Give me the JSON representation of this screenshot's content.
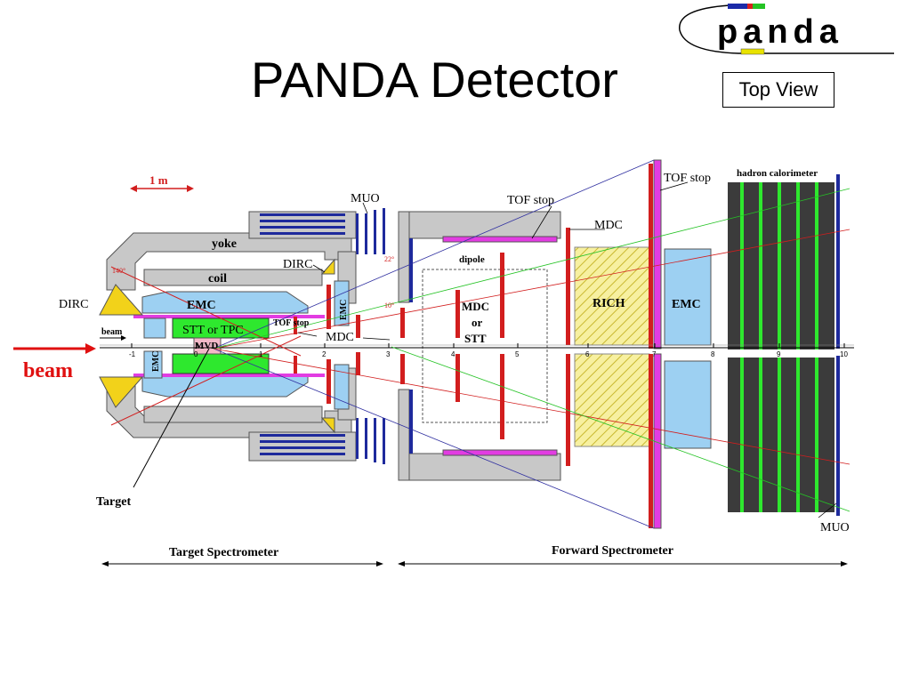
{
  "title": "PANDA Detector",
  "top_view": "Top View",
  "logo_text": "panda",
  "labels": {
    "scale": "1 m",
    "muo_top": "MUO",
    "tof_stop_top": "TOF stop",
    "tof_stop_right": "TOF stop",
    "hadron_calorimeter": "hadron calorimeter",
    "mdc_right": "MDC",
    "yoke": "yoke",
    "coil": "coil",
    "dirc_inner": "DIRC",
    "dirc_left": "DIRC",
    "dipole": "dipole",
    "emc_target": "EMC",
    "emc_vertical": "EMC",
    "emc_small": "EMC",
    "emc_forward": "EMC",
    "rich": "RICH",
    "stt_tpc": "STT or TPC",
    "tof_stop_small": "TOF stop",
    "mdc_mid": "MDC",
    "mvd": "MVD",
    "mdc_stt_1": "MDC",
    "mdc_stt_2": "or",
    "mdc_stt_3": "STT",
    "beam_small": "beam",
    "beam_big": "beam",
    "target": "Target",
    "muo_bottom": "MUO",
    "target_spectrometer": "Target Spectrometer",
    "forward_spectrometer": "Forward Spectrometer",
    "angle_140": "140°",
    "angle_22": "22°",
    "angle_10": "10°"
  },
  "axis_ticks": [
    "-1",
    "0",
    "1",
    "2",
    "3",
    "4",
    "5",
    "6",
    "7",
    "8",
    "9",
    "10"
  ],
  "colors": {
    "yoke_gray": "#c8c8c8",
    "muo_blue": "#1e2a9c",
    "stt_green": "#2ee82e",
    "emc_lightblue": "#9dd0f2",
    "dirc_yellow": "#f2d21a",
    "tof_magenta": "#e23ce2",
    "mdc_red": "#d21e1e",
    "rich_yellow": "#f7f0a0",
    "hcal_dark": "#3b3b3b",
    "beam_red": "#e01010"
  }
}
